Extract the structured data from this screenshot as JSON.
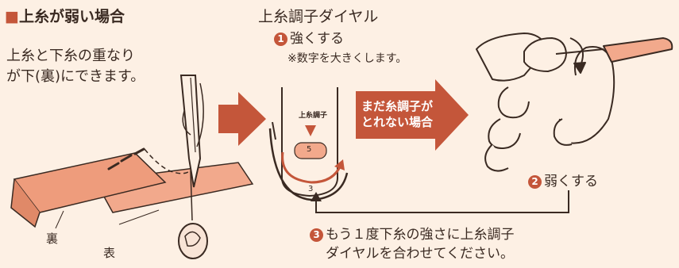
{
  "heading": {
    "bullet": "■",
    "title": "上糸が弱い場合"
  },
  "description": {
    "line1": "上糸と下糸の重なり",
    "line2": "が下(裏)にできます。"
  },
  "dial": {
    "title": "上糸調子ダイヤル",
    "step1_num": "1",
    "step1": "強くする",
    "note": "※数字を大きくします。",
    "dial_label": "上糸調子",
    "dial_value": "5",
    "dial_scale": "3"
  },
  "arrow_box": {
    "line1": "まだ糸調子が",
    "line2": "とれない場合"
  },
  "step2": {
    "num": "2",
    "label": "弱くする"
  },
  "step3": {
    "num": "3",
    "line1": "もう１度下糸の強さに上糸調子",
    "line2": "ダイヤルを合わせてください。"
  },
  "fabric_labels": {
    "back": "裏",
    "front": "表"
  },
  "colors": {
    "accent": "#c4563a",
    "fabric": "#f2a98c",
    "background": "#fdf0e4",
    "line": "#3a2a22"
  }
}
